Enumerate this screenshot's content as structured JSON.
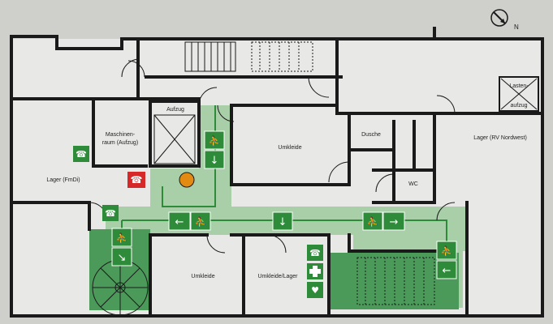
{
  "compass": {
    "label": "N"
  },
  "rooms": {
    "aufzug": "Aufzug",
    "maschinenraum_line1": "Maschinen-",
    "maschinenraum_line2": "raum (Aufzug)",
    "lager_fmdi": "Lager (FmDi)",
    "umkleide_top": "Umkleide",
    "dusche": "Dusche",
    "wc": "WC",
    "lager_rv": "Lager (RV Nordwest)",
    "lastenaufzug_line1": "Lasten-",
    "lastenaufzug_line2": "aufzug",
    "umkleide_bottom": "Umkleide",
    "umkleide_lager": "Umkleide/Lager"
  },
  "colors": {
    "background": "#cfcfcc",
    "floor": "#e8e8e6",
    "wall": "#1a1a1a",
    "escape_route": "#a8cfa8",
    "escape_sign": "#2e8b3a",
    "stair_area": "#4c9a5a",
    "assembly_point": "#e38a12",
    "fire_sign": "#d62828"
  },
  "icons": [
    "compass-icon",
    "emergency-phone-icon",
    "fire-alarm-icon",
    "running-man-exit-icon",
    "arrow-left-icon",
    "arrow-right-icon",
    "arrow-down-icon",
    "arrow-diagonal-icon",
    "first-aid-cross-icon",
    "defibrillator-icon",
    "spiral-stair-icon"
  ]
}
